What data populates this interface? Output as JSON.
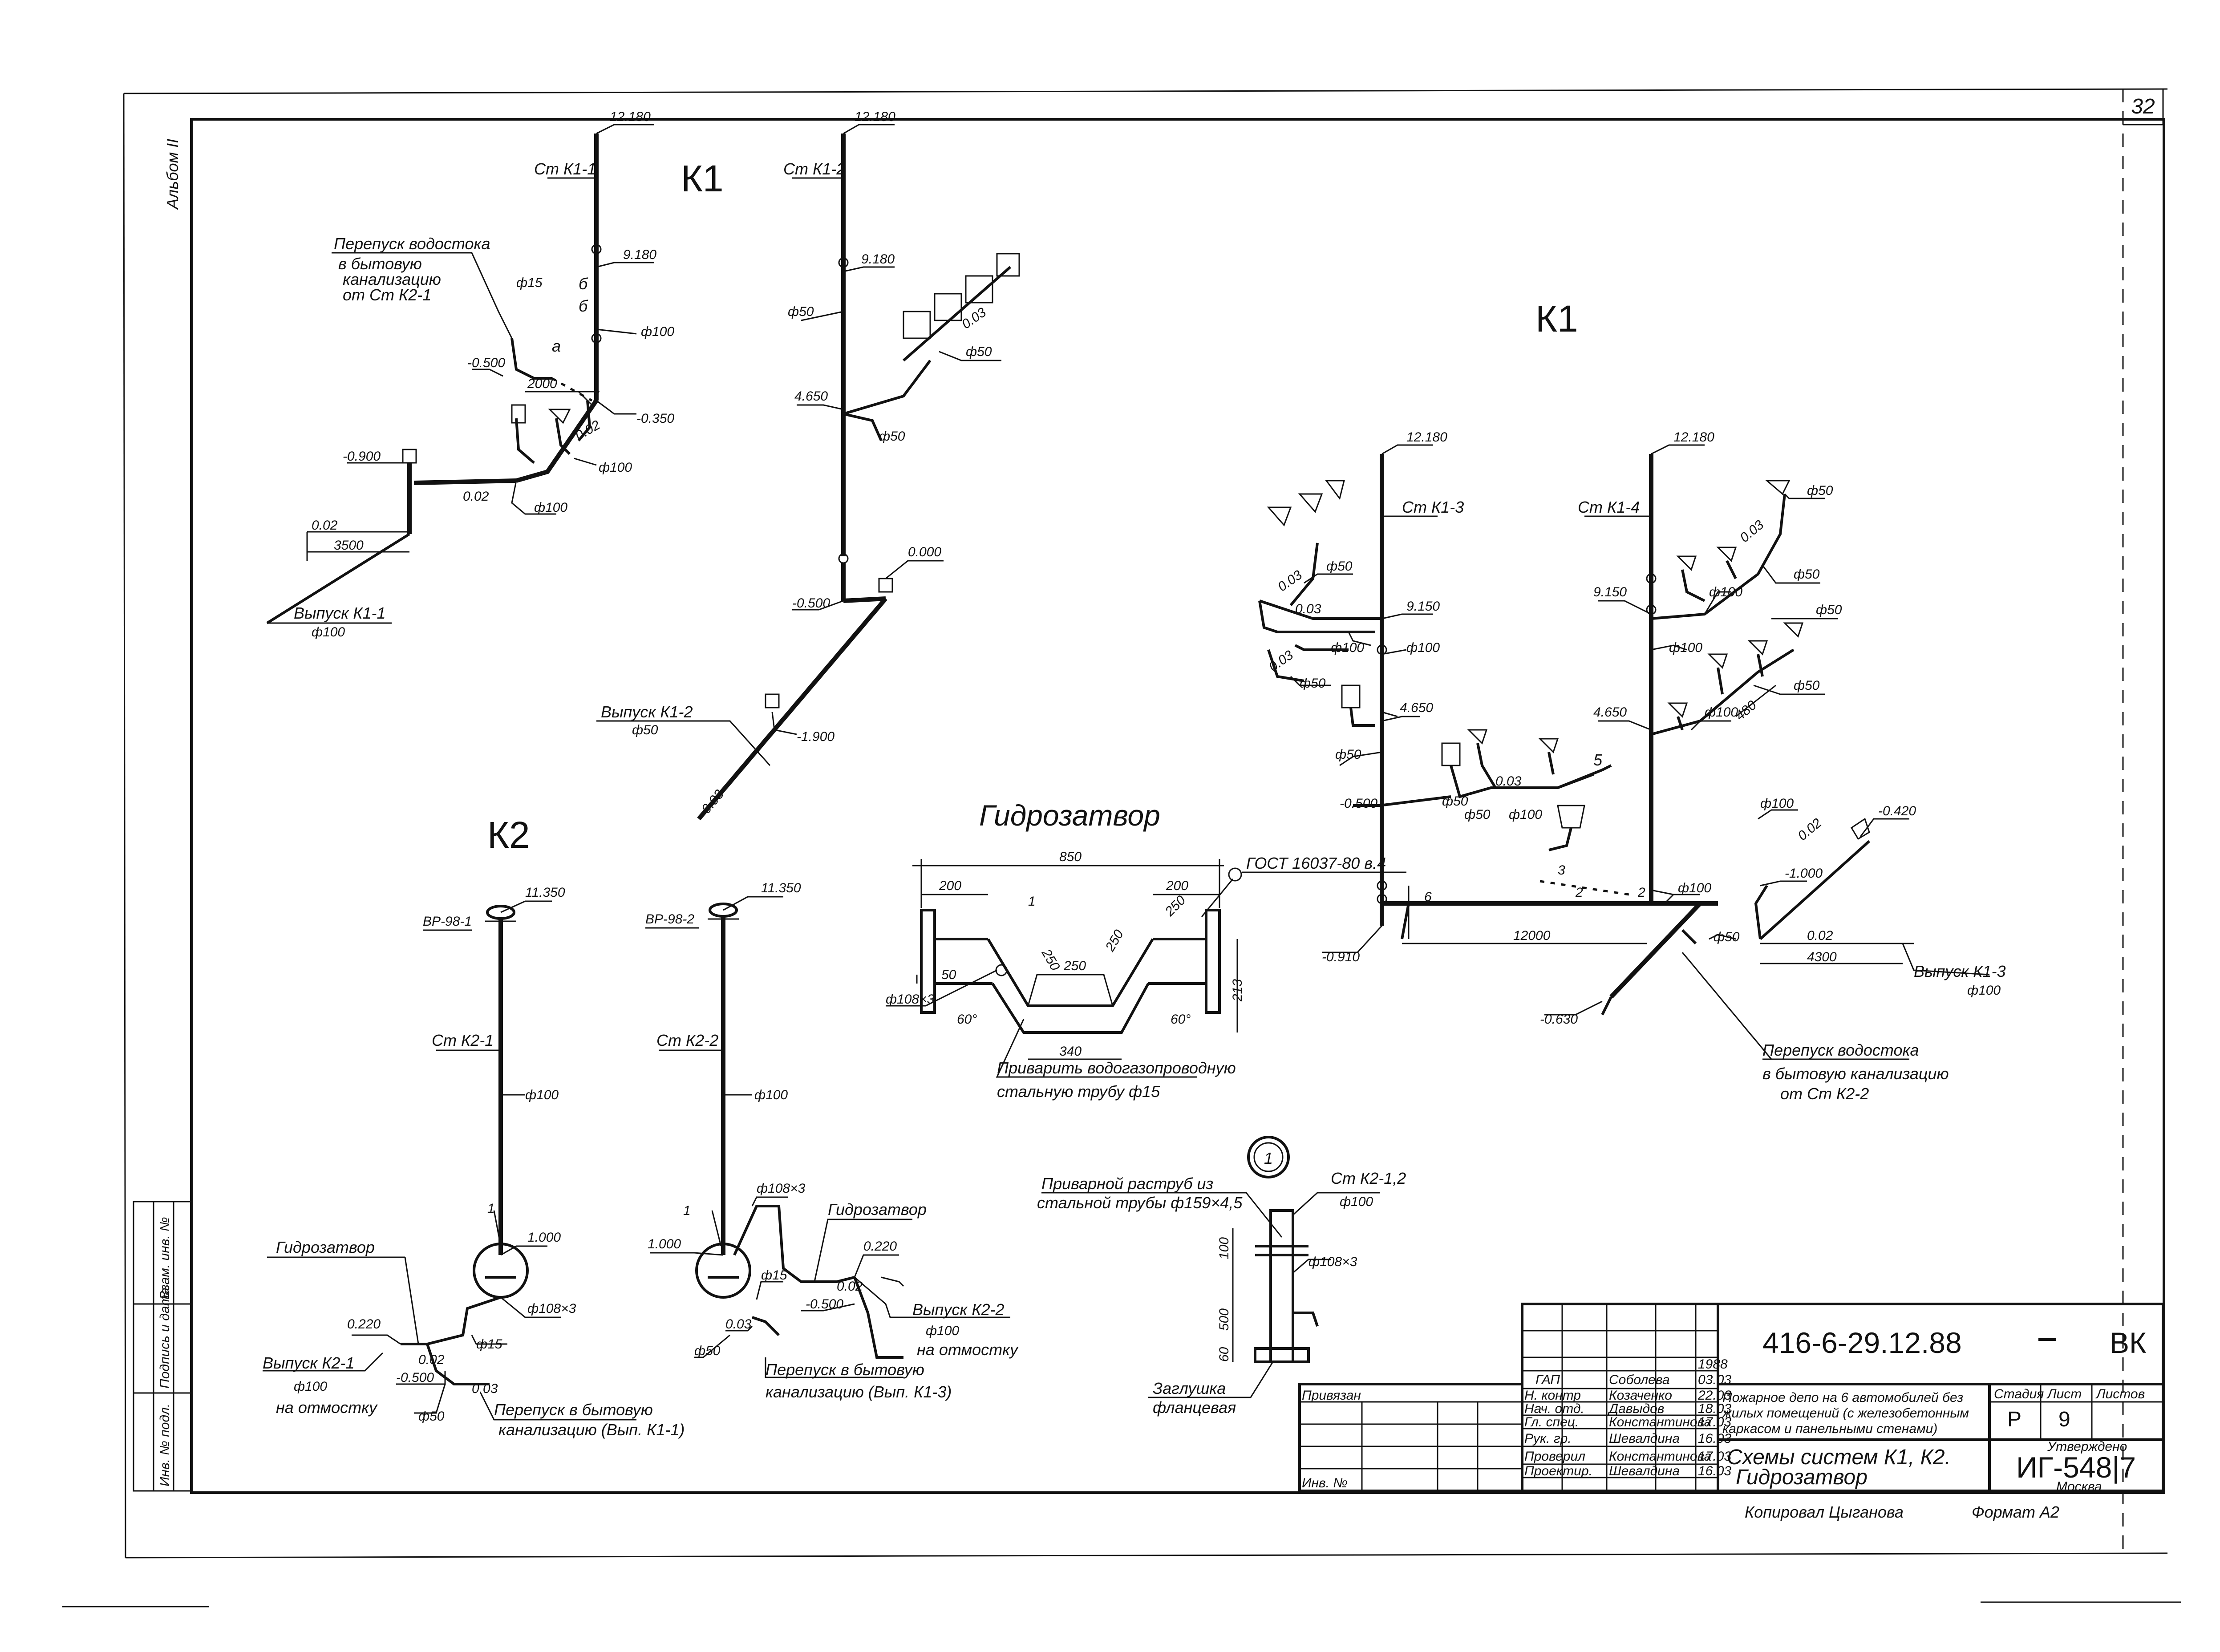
{
  "sheet": {
    "page_number": "32",
    "album": "Альбом II",
    "code": "416-6-29.12.88",
    "section": "ВК",
    "format": "Формат А2",
    "copied_by": "Копировал Цыганова"
  },
  "titles": {
    "k1_left": "К1",
    "k1_right": "К1",
    "k2": "К2",
    "hydroseal": "Гидрозатвор"
  },
  "k1_left": {
    "riser1": "Ст К1-1",
    "riser1_top": "12.180",
    "riser1_mid": "9.180",
    "mark_b1": "б",
    "mark_b2": "б",
    "mark_a": "а",
    "d100": "ф100",
    "bypass_title": "Перепуск водостока",
    "bypass_l1": "в бытовую",
    "bypass_l2": "канализацию",
    "bypass_l3": "от Ст К2-1",
    "bypass_d": "ф15",
    "lvl_m0500": "-0.500",
    "dim_2000": "2000",
    "lvl_m0350": "-0.350",
    "slope_002a": "0.02",
    "lvl_m0900": "-0.900",
    "slope_002b": "0.02",
    "d100_b": "ф100",
    "d100_c": "ф100",
    "slope_002c": "0.02",
    "dim_3500": "3500",
    "out_label": "Выпуск К1-1",
    "out_d": "ф100",
    "riser2": "Ст К1-2",
    "riser2_top": "12.180",
    "riser2_mid": "9.180",
    "d50": "ф50",
    "lvl_4650": "4.650",
    "d50_b": "ф50",
    "slope_003": "0.03",
    "d50_c": "ф50",
    "lvl_0000": "0.000",
    "lvl_m0500b": "-0.500",
    "out2_label": "Выпуск К1-2",
    "out2_d": "ф50",
    "lvl_m1900": "-1.900",
    "slope_003b": "0.03"
  },
  "k1_right": {
    "riser3": "Ст К1-3",
    "riser3_top": "12.180",
    "lvl_9150": "9.150",
    "lvl_4650": "4.650",
    "d50_1": "ф50",
    "slope_003_1": "0.03",
    "slope_003_2": "0.03",
    "d100_1": "ф100",
    "d100_2": "ф100",
    "slope_003_3": "0.03",
    "d50_2": "ф50",
    "d50_3": "ф50",
    "lvl_m0500": "-0.500",
    "d50_4": "ф50",
    "d50_5": "ф50",
    "d100_3": "ф100",
    "slope_003_4": "0.03",
    "mark_5": "5",
    "mark_2": "2",
    "mark_6": "6",
    "lvl_m0910": "-0.910",
    "dim_12000": "12000",
    "mark_3": "3",
    "riser4": "Ст К1-4",
    "riser4_top": "12.180",
    "lvl_9150b": "9.150",
    "lvl_4650b": "4.650",
    "d50_6": "ф50",
    "slope_003_5": "0.03",
    "d100_4": "ф100",
    "d100_5": "ф100",
    "d50_7": "ф50",
    "d50_8": "ф50",
    "d50_9": "ф50",
    "d100_6": "ф100",
    "dim_480": "480",
    "mark_2b": "2",
    "d100_7": "ф100",
    "d50_10": "ф50",
    "lvl_m0630": "-0.630",
    "d100_8": "ф100",
    "lvl_m0420": "-0.420",
    "slope_002": "0.02",
    "lvl_m1000": "-1.000",
    "slope_002b": "0.02",
    "dim_4300": "4300",
    "out_label": "Выпуск К1-3",
    "out_d": "ф100",
    "bypass_title": "Перепуск водостока",
    "bypass_l1": "в бытовую канализацию",
    "bypass_l2": "от Ст К2-2"
  },
  "k2": {
    "funnel1": "ВР-98-1",
    "funnel1_lvl": "11.350",
    "riser1": "Ст К2-1",
    "riser1_d": "ф100",
    "node1": "1",
    "node1_lvl": "1.000",
    "hydro1": "Гидрозатвор",
    "lvl_0220": "0.220",
    "slope_002": "0.02",
    "d_108x3": "ф108×3",
    "d15": "ф15",
    "lvl_m0500": "-0.500",
    "slope_003": "0.03",
    "d50": "ф50",
    "out1_l1": "Выпуск К2-1",
    "out1_l2": "ф100",
    "out1_l3": "на отмостку",
    "bypass1_l1": "Перепуск в бытовую",
    "bypass1_l2": "канализацию (Вып. К1-1)",
    "funnel2": "ВР-98-2",
    "funnel2_lvl": "11.350",
    "riser2": "Ст К2-2",
    "riser2_d": "ф100",
    "node2": "1",
    "node2_lvl": "1.000",
    "hydro2": "Гидрозатвор",
    "d_108x3b": "ф108×3",
    "lvl_0220b": "0.220",
    "slope_002b": "0.02",
    "lvl_m0500b": "-0.500",
    "d15b": "ф15",
    "slope_003b": "0.03",
    "d50b": "ф50",
    "out2_l1": "Выпуск К2-2",
    "out2_l2": "ф100",
    "out2_l3": "на отмостку",
    "bypass2_l1": "Перепуск в бытовую",
    "bypass2_l2": "канализацию (Вып. К1-3)"
  },
  "hydroseal_detail": {
    "dim_850": "850",
    "dim_200a": "200",
    "dim_200b": "200",
    "gost": "ГОСТ 16037-80 в.4",
    "dim_250": "250",
    "dim_250b": "250",
    "dim_250c": "250",
    "dim_50": "50",
    "dim_213": "213",
    "dim_340": "340",
    "angle_a": "60°",
    "angle_b": "60°",
    "d_108x3": "ф108×3",
    "node": "1",
    "note_l1": "Приварить водогазопроводную",
    "note_l2": "стальную трубу ф15"
  },
  "detail1": {
    "number": "1",
    "weld_l1": "Приварной раструб из",
    "weld_l2": "стальной трубы ф159×4,5",
    "riser": "Ст К2-1,2",
    "riser_d": "ф100",
    "dim_100": "100",
    "dim_500": "500",
    "dim_60": "60",
    "d_108x3": "ф108×3",
    "plug_l1": "Заглушка",
    "plug_l2": "фланцевая"
  },
  "title_block": {
    "project_desc_l1": "Пожарное депо на 6 автомобилей без",
    "project_desc_l2": "жилых помещений (с железобетонным",
    "project_desc_l3": "каркасом и панельными стенами)",
    "sheet_title_l1": "Схемы систем К1, К2.",
    "sheet_title_l2": "Гидрозатвор",
    "stage_label": "Стадия",
    "sheet_label": "Лист",
    "sheets_label": "Листов",
    "stage": "Р",
    "sheet": "9",
    "org_label": "Утверждено",
    "org_code": "ИГ-548|7",
    "city": "Москва",
    "privyazan": "Привязан",
    "inv_no": "Инв. №",
    "year": "1988",
    "roles": [
      {
        "role": "ГАП",
        "name": "Соболева",
        "date": "03.03"
      },
      {
        "role": "Н. контр",
        "name": "Козаченко",
        "date": "22.03"
      },
      {
        "role": "Нач. отд.",
        "name": "Давыдов",
        "date": "18.03"
      },
      {
        "role": "Гл. спец.",
        "name": "Константинова",
        "date": "17.03"
      },
      {
        "role": "Рук. гр.",
        "name": "Шевалдина",
        "date": "16.03"
      },
      {
        "role": "Проверил",
        "name": "Константинова",
        "date": "17.03"
      },
      {
        "role": "Проектир.",
        "name": "Шевалдина",
        "date": "16.03"
      }
    ]
  },
  "side_stamp": {
    "l1": "Инв. № подл.",
    "l2": "Подпись и дата",
    "l3": "Взам. инв. №"
  }
}
